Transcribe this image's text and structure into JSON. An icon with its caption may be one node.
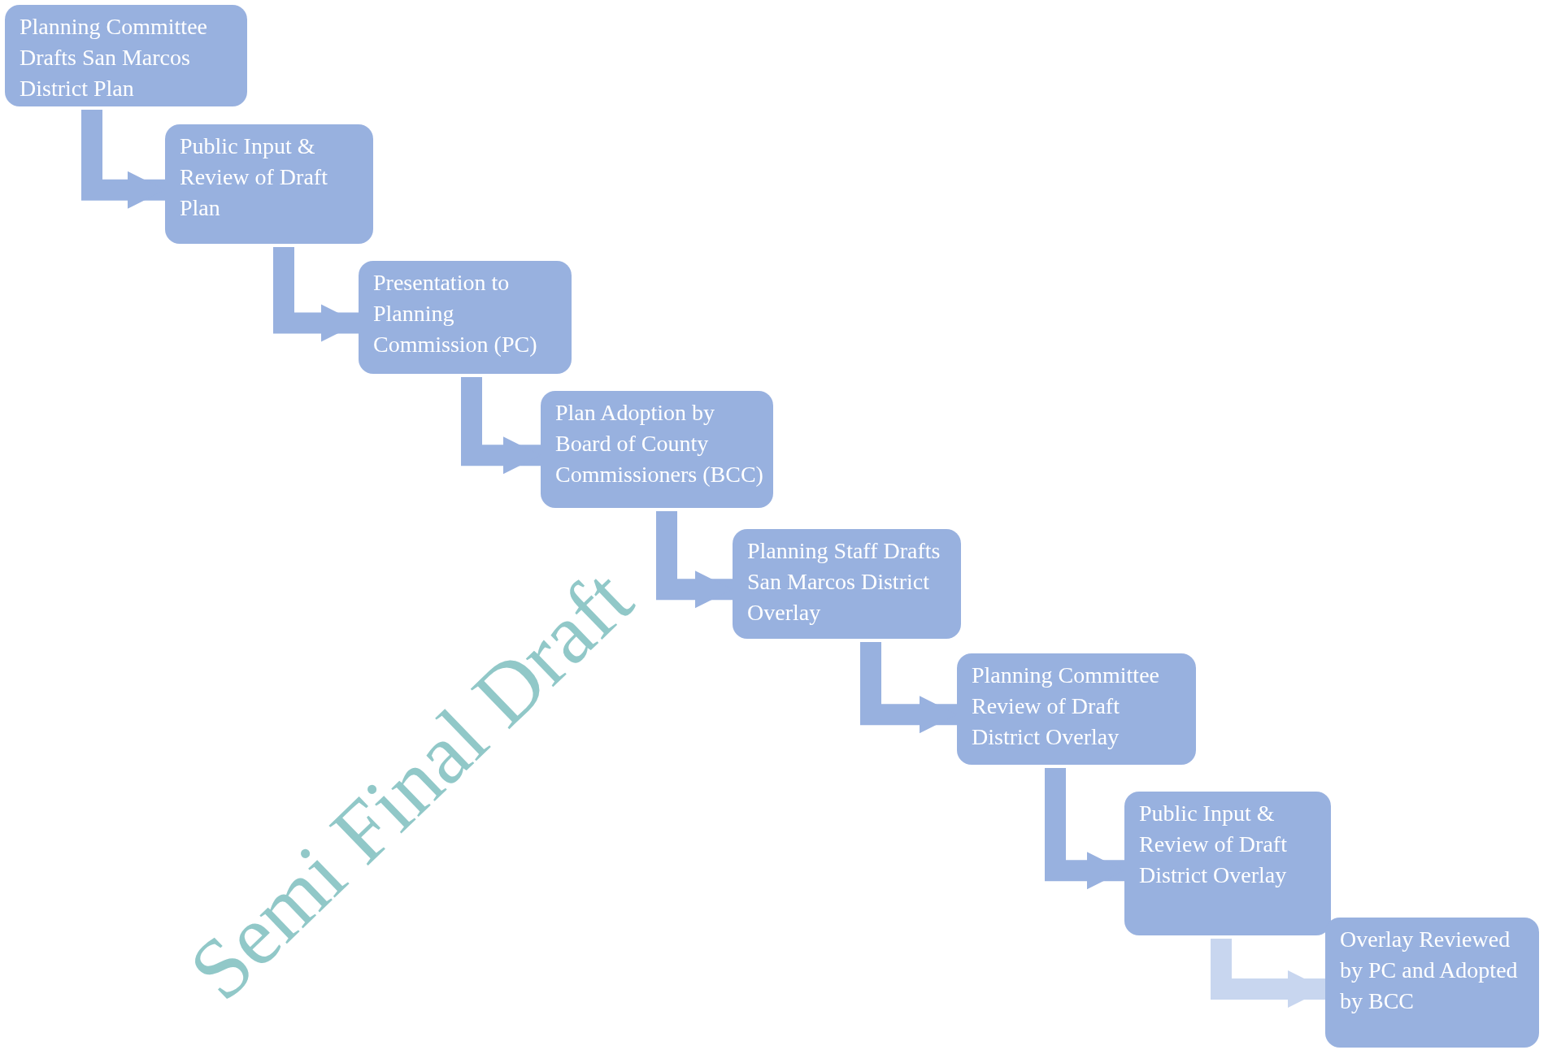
{
  "diagram": {
    "nodes": [
      {
        "text": [
          "Planning Committee Drafts San Marcos District Plan"
        ]
      },
      {
        "text": [
          "Public Input & Review of Draft Plan"
        ]
      },
      {
        "text": [
          "Presentation to Planning Commission (PC)"
        ]
      },
      {
        "text": [
          "Plan Adoption by Board of County Commissioners (BCC)"
        ]
      },
      {
        "text": [
          "Planning Staff Drafts San Marcos District Overlay"
        ]
      },
      {
        "text": [
          "Planning Committee Review of Draft District Overlay"
        ]
      },
      {
        "text": [
          "Public Input & Review of Draft District Overlay"
        ]
      },
      {
        "text": [
          "Overlay Reviewed by PC and Adopted by BCC"
        ]
      }
    ],
    "edges": [
      {
        "from": 0,
        "to": 1,
        "arrow": "to"
      },
      {
        "from": 1,
        "to": 2,
        "arrow": "to"
      },
      {
        "from": 2,
        "to": 3,
        "arrow": "to"
      },
      {
        "from": 3,
        "to": 4,
        "arrow": "to"
      },
      {
        "from": 4,
        "to": 5,
        "arrow": "to"
      },
      {
        "from": 5,
        "to": 6,
        "arrow": "to"
      },
      {
        "from": 6,
        "to": 7,
        "arrow": "to",
        "color": "#c8d6ef"
      }
    ],
    "labels": [
      "Semi Final Draft"
    ]
  }
}
